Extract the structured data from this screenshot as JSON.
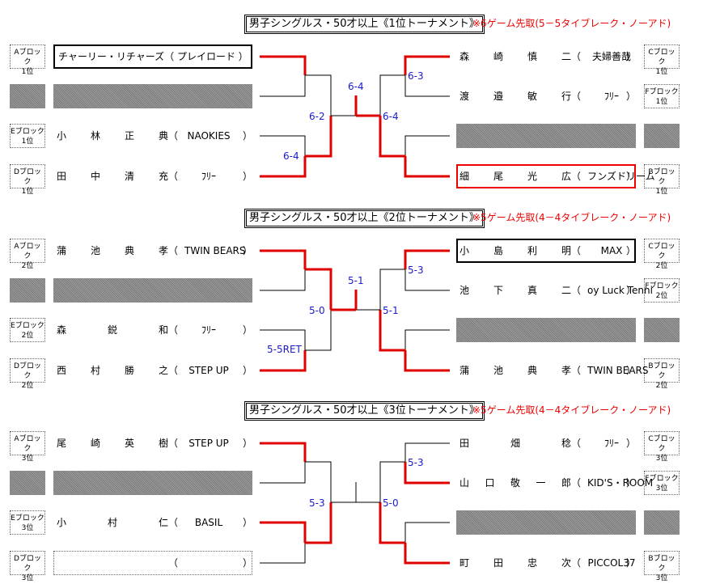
{
  "tournaments": [
    {
      "title": "男子シングルス・50才以上《1位トーナメント》",
      "note": "※6ゲーム先取(5－5タイブレーク・ノーアド)",
      "left": [
        {
          "block": "Aブロック",
          "rank": "1位",
          "name": "チャーリー・リチャーズ（ プレイロード ）"
        },
        {
          "block": "",
          "rank": "",
          "name": ""
        },
        {
          "block": "Eブロック",
          "rank": "1位",
          "chars": [
            "小",
            "林",
            "正",
            "典"
          ],
          "club": "NAOKIES",
          "paren": "）"
        },
        {
          "block": "Dブロック",
          "rank": "1位",
          "chars": [
            "田",
            "中",
            "清",
            "充"
          ],
          "club": "ﾌﾘｰ",
          "paren": "）"
        }
      ],
      "right": [
        {
          "block": "Cブロック",
          "rank": "1位",
          "chars": [
            "森",
            "崎",
            "慎",
            "二"
          ],
          "club": "夫婦善哉",
          "paren": "）"
        },
        {
          "block": "Fブロック",
          "rank": "1位",
          "chars": [
            "渡",
            "邉",
            "敏",
            "行"
          ],
          "club": "ﾌﾘｰ",
          "paren": "）"
        },
        {
          "block": "",
          "rank": "",
          "name": ""
        },
        {
          "block": "Bブロック",
          "rank": "1位",
          "chars": [
            "細",
            "尾",
            "光",
            "広"
          ],
          "club": "フンズドリーム",
          "paren": "）"
        }
      ],
      "scores": {
        "left_top": "",
        "left_bottom": "6-4",
        "left_semi": "6-2",
        "final": "6-4",
        "right_top": "6-3",
        "right_bottom": "",
        "right_semi": "6-4"
      }
    },
    {
      "title": "男子シングルス・50才以上《2位トーナメント》",
      "note": "※5ゲーム先取(4－4タイブレーク・ノーアド)",
      "left": [
        {
          "block": "Aブロック",
          "rank": "2位",
          "chars": [
            "蒲",
            "池",
            "典",
            "孝"
          ],
          "club": "TWIN BEARS",
          "paren": "）"
        },
        {
          "block": "",
          "rank": "",
          "name": ""
        },
        {
          "block": "Eブロック",
          "rank": "2位",
          "chars": [
            "森",
            "",
            "鋭",
            "",
            "和"
          ],
          "club": "ﾌﾘｰ",
          "paren": "）"
        },
        {
          "block": "Dブロック",
          "rank": "2位",
          "chars": [
            "西",
            "村",
            "勝",
            "之"
          ],
          "club": "STEP UP",
          "paren": "）"
        }
      ],
      "right": [
        {
          "block": "Cブロック",
          "rank": "2位",
          "chars": [
            "小",
            "島",
            "利",
            "明"
          ],
          "club": "MAX",
          "paren": "）"
        },
        {
          "block": "Fブロック",
          "rank": "2位",
          "chars": [
            "池",
            "下",
            "真",
            "二"
          ],
          "club": "oy Luck Tenni",
          "paren": "）"
        },
        {
          "block": "",
          "rank": "",
          "name": ""
        },
        {
          "block": "Bブロック",
          "rank": "2位",
          "chars": [
            "蒲",
            "池",
            "典",
            "孝"
          ],
          "club": "TWIN BEARS",
          "paren": "）"
        }
      ],
      "scores": {
        "left_top": "",
        "left_bottom": "5-5RET",
        "left_semi": "5-0",
        "final": "5-1",
        "right_top": "5-3",
        "right_bottom": "",
        "right_semi": "5-1"
      }
    },
    {
      "title": "男子シングルス・50才以上《3位トーナメント》",
      "note": "※5ゲーム先取(4－4タイブレーク・ノーアド)",
      "left": [
        {
          "block": "Aブロック",
          "rank": "3位",
          "chars": [
            "尾",
            "崎",
            "英",
            "樹"
          ],
          "club": "STEP UP",
          "paren": "）"
        },
        {
          "block": "",
          "rank": "",
          "name": ""
        },
        {
          "block": "Eブロック",
          "rank": "3位",
          "chars": [
            "小",
            "",
            "村",
            "",
            "仁"
          ],
          "club": "BASIL",
          "paren": "）"
        },
        {
          "block": "Dブロック",
          "rank": "3位",
          "chars": [],
          "club": "",
          "paren": "）"
        }
      ],
      "right": [
        {
          "block": "Cブロック",
          "rank": "3位",
          "chars": [
            "田",
            "",
            "畑",
            "",
            "稔"
          ],
          "club": "ﾌﾘｰ",
          "paren": "）"
        },
        {
          "block": "Fブロック",
          "rank": "3位",
          "chars": [
            "山",
            "口",
            "敬",
            "一",
            "郎"
          ],
          "club": "KID'S・ROOM",
          "paren": "）"
        },
        {
          "block": "",
          "rank": "",
          "name": ""
        },
        {
          "block": "Bブロック",
          "rank": "3位",
          "chars": [
            "町",
            "田",
            "忠",
            "次"
          ],
          "club": "PICCOL37",
          "paren": "）"
        }
      ],
      "scores": {
        "left_top": "",
        "left_bottom": "",
        "left_semi": "5-3",
        "final": "",
        "right_top": "5-3",
        "right_bottom": "",
        "right_semi": "5-0"
      }
    }
  ],
  "colors": {
    "win": "#e00000",
    "line": "#000000",
    "score": "#1a1acc"
  }
}
